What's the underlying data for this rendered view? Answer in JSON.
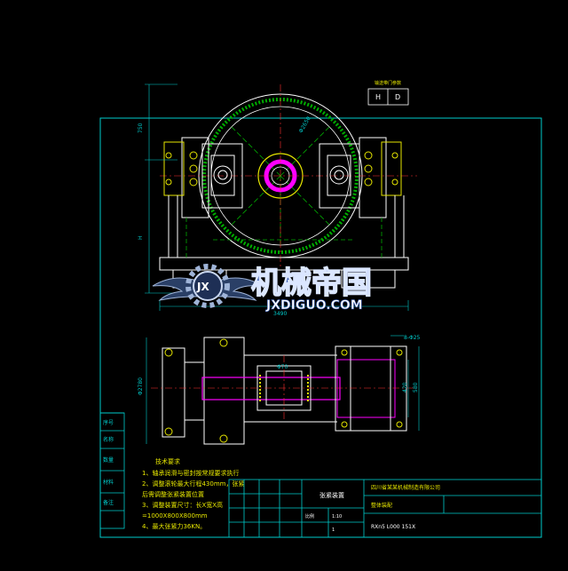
{
  "drawing": {
    "top_table": {
      "title": "输送带门参数",
      "col_h": "H",
      "col_d": "D"
    },
    "dims": {
      "overall_width": "3490",
      "top_height": "750",
      "height_label": "H",
      "diameter": "Φ2650",
      "pitch": "8-Φ25",
      "plan_left": "Φ2780",
      "plan_right_a": "420",
      "plan_right_b": "580",
      "inner_dim": "Φ70"
    },
    "tech_req": {
      "title": "技术要求",
      "items": [
        "1、轴承润滑与密封按常规要求执行",
        "2、调整滚轮最大行程430mm，张紧",
        "后需调整张紧装置位置",
        "3、调整装置尺寸：长X宽X高",
        "=1000X800X800mm",
        "4、最大张紧力36KN。"
      ]
    },
    "title_block": {
      "drawing_name": "张紧装置",
      "company": "四川省某某机械制造有限公司",
      "part_label": "整体装配",
      "drawing_no": "RXn5 L000 151X",
      "scale_label": "比例",
      "scale": "1:10",
      "sheet": "1"
    },
    "side_table": [
      "序号",
      "名称",
      "数量",
      "材料",
      "备注"
    ]
  },
  "watermark": {
    "brand_cn": "机械帝国",
    "brand_en": "JXDIGUO.COM",
    "logo_mark": "JX"
  },
  "colors": {
    "background": "#000000",
    "outline": "#ffffff",
    "frame": "#00cccc",
    "green": "#00aa00",
    "yellow": "#e6e600",
    "magenta": "#ff00ff",
    "red": "#ff3030",
    "watermark_blue": "#3366cc"
  }
}
